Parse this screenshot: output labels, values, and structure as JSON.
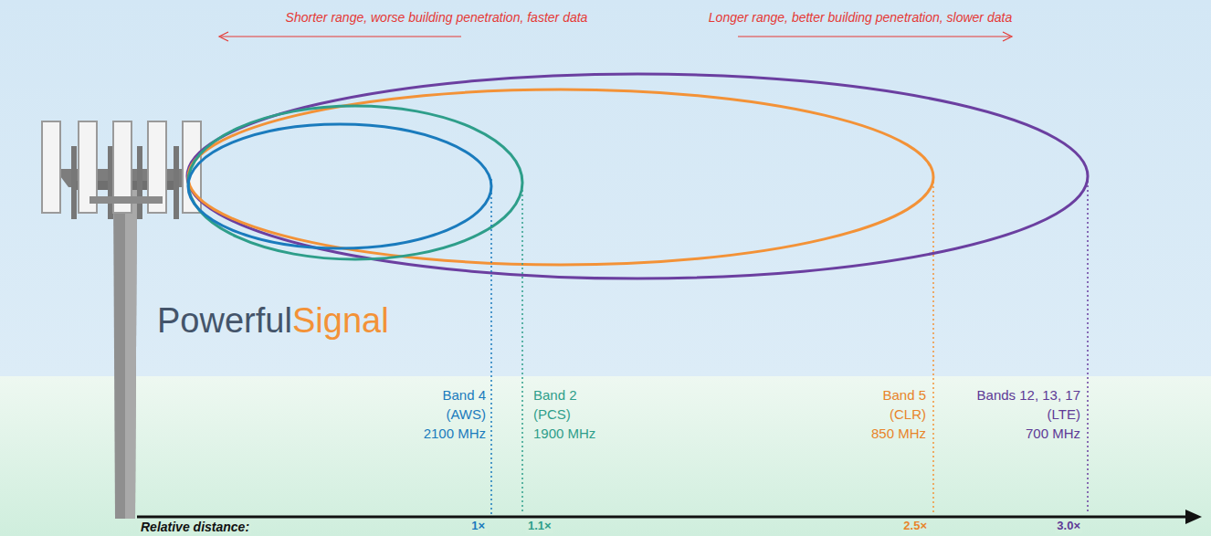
{
  "diagram": {
    "labels": [
      "Shorter range, worse building penetration, faster data",
      "Longer range, better building penetration, slower data",
      "Powerful",
      "Signal",
      "Band 4",
      "(AWS)",
      "2100 MHz",
      "Band 2",
      "(PCS)",
      "1900 MHz",
      "Band 5",
      "(CLR)",
      "850 MHz",
      "Bands 12, 13, 17",
      "(LTE)",
      "700 MHz",
      "Relative distance:",
      "1×",
      "1.1×",
      "2.5×",
      "3.0×"
    ]
  }
}
